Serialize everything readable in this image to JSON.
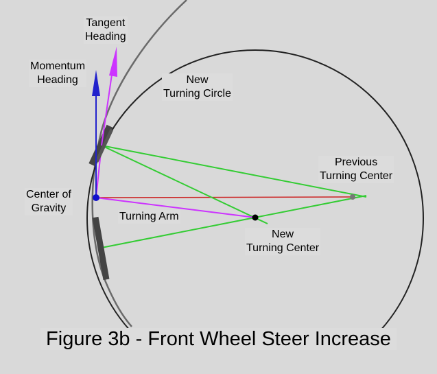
{
  "labels": {
    "tangent_heading": [
      "Tangent",
      "Heading"
    ],
    "momentum_heading": [
      "Momentum",
      "Heading"
    ],
    "new_turning_circle": [
      "New",
      "Turning Circle"
    ],
    "previous_turning_center": [
      "Previous",
      "Turning Center"
    ],
    "center_of_gravity": [
      "Center of",
      "Gravity"
    ],
    "turning_arm": "Turning Arm",
    "new_turning_center": [
      "New",
      "Turning Center"
    ]
  },
  "caption": "Figure 3b - Front Wheel Steer Increase",
  "colors": {
    "background": "#d9d9d9",
    "circle": "#222222",
    "previous_arc": "#5c5c5c",
    "green_lines": "#33cc33",
    "red_line": "#cc2222",
    "turning_arm": "#cc33ff",
    "momentum_arrow": "#2222cc",
    "tangent_arrow": "#cc33ff",
    "center_of_gravity_dot": "#1111cc",
    "new_center_dot": "#000000",
    "previous_center_dot": "#777777",
    "wheels": "#444444"
  }
}
